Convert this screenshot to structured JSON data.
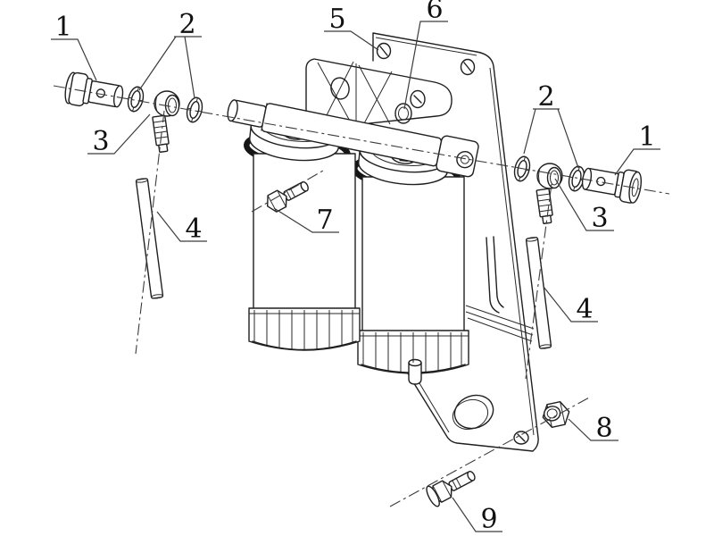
{
  "figure": {
    "kind": "exploded-parts-line-drawing",
    "background_color": "#ffffff",
    "line_color": "#1f1f1f",
    "centerline_color": "#3c3c3c"
  },
  "callouts": {
    "n1_left": "1",
    "n2_left": "2",
    "n3_left": "3",
    "n4_left": "4",
    "n5": "5",
    "n6": "6",
    "n7": "7",
    "n2_right": "2",
    "n1_right": "1",
    "n3_right": "3",
    "n4_right": "4",
    "n8": "8",
    "n9": "9"
  }
}
